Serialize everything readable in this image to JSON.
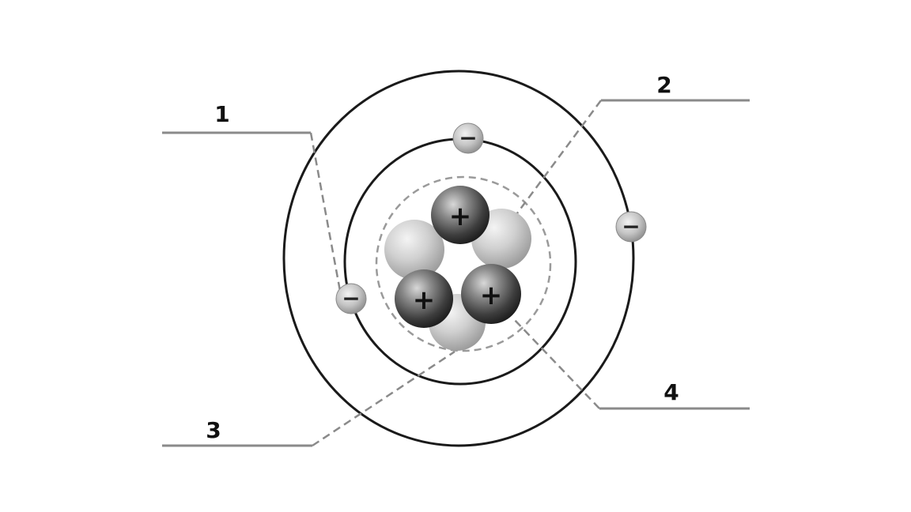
{
  "diagram": {
    "labels": [
      {
        "id": "1",
        "text": "1"
      },
      {
        "id": "2",
        "text": "2"
      },
      {
        "id": "3",
        "text": "3"
      },
      {
        "id": "4",
        "text": "4"
      }
    ],
    "proton_sign": "+",
    "electron_sign": "−",
    "colors": {
      "orbit_line": "#1a1a1a",
      "leader_line": "#8a8a8a",
      "nucleus_boundary": "#9a9a9a"
    }
  }
}
